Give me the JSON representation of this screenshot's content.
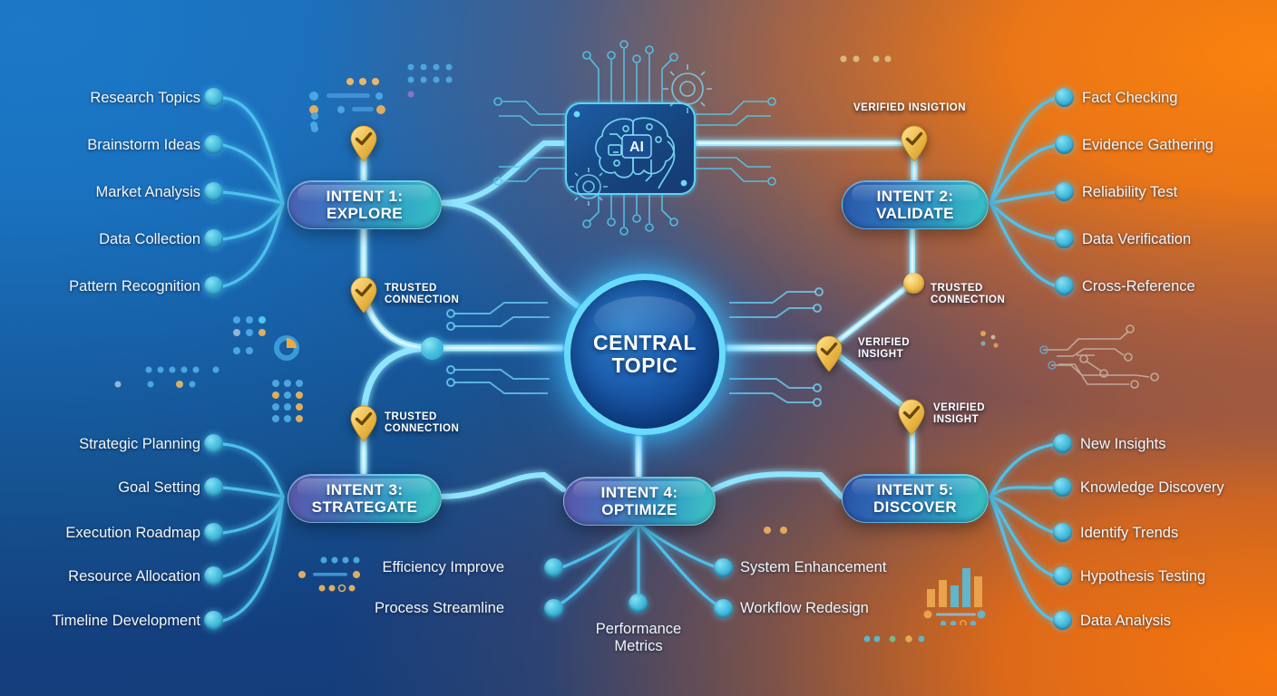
{
  "meta": {
    "title": "AI Intent Mind Map",
    "palette": {
      "bg_blue_top": "#1b79c8",
      "bg_blue_bottom": "#12418e",
      "bg_orange": "#f07e18",
      "node_cyan": "#45bcdd",
      "badge_gold": "#f0c457",
      "link_cyan": "#57cdf5",
      "text_white": "#ffffff"
    }
  },
  "center": {
    "label_line1": "CENTRAL",
    "label_line2": "TOPIC",
    "label": "CENTRAL TOPIC"
  },
  "ai_chip": {
    "label": "AI",
    "icon": "ai-brain-chip-icon"
  },
  "intents": [
    {
      "id": "intent-1",
      "line1": "INTENT 1:",
      "line2": "EXPLORE",
      "side": "left",
      "leaves": [
        {
          "label": "Research Topics"
        },
        {
          "label": "Brainstorm Ideas"
        },
        {
          "label": "Market Analysis"
        },
        {
          "label": "Data Collection"
        },
        {
          "label": "Pattern Recognition"
        }
      ]
    },
    {
      "id": "intent-2",
      "line1": "INTENT 2:",
      "line2": "VALIDATE",
      "side": "right",
      "leaves": [
        {
          "label": "Fact Checking"
        },
        {
          "label": "Evidence Gathering"
        },
        {
          "label": "Reliability Test"
        },
        {
          "label": "Data Verification"
        },
        {
          "label": "Cross-Reference"
        }
      ]
    },
    {
      "id": "intent-3",
      "line1": "INTENT 3:",
      "line2": "STRATEGATE",
      "side": "left",
      "leaves": [
        {
          "label": "Strategic Planning"
        },
        {
          "label": "Goal Setting"
        },
        {
          "label": "Execution Roadmap"
        },
        {
          "label": "Resource Allocation"
        },
        {
          "label": "Timeline Development"
        }
      ]
    },
    {
      "id": "intent-4",
      "line1": "INTENT 4:",
      "line2": "OPTIMIZE",
      "side": "bottom",
      "leaves": [
        {
          "label": "Efficiency Improve"
        },
        {
          "label": "Process Streamline"
        },
        {
          "label": "Performance Metrics"
        },
        {
          "label": "System Enhancement"
        },
        {
          "label": "Workflow Redesign"
        }
      ]
    },
    {
      "id": "intent-5",
      "line1": "INTENT 5:",
      "line2": "DISCOVER",
      "side": "right",
      "leaves": [
        {
          "label": "New Insights"
        },
        {
          "label": "Knowledge Discovery"
        },
        {
          "label": "Identify Trends"
        },
        {
          "label": "Hypothesis Testing"
        },
        {
          "label": "Data Analysis"
        }
      ]
    }
  ],
  "badges": [
    {
      "id": "badge-verified-insigtion",
      "kind": "pin",
      "text": "VERIFIED INSIGTION"
    },
    {
      "id": "badge-trusted-connection-1",
      "kind": "pin",
      "text": "TRUSTED\nCONNECTION"
    },
    {
      "id": "badge-trusted-connection-2",
      "kind": "pin",
      "text": "TRUSTED\nCONNECTION"
    },
    {
      "id": "badge-trusted-connection-3",
      "kind": "knob",
      "text": "TRUSTED\nCONNECTION"
    },
    {
      "id": "badge-verified-insight-1",
      "kind": "pin",
      "text": "VERIFIED\nINSIGHT"
    },
    {
      "id": "badge-verified-insight-2",
      "kind": "pin",
      "text": "VERIFIED\nINSIGHT"
    },
    {
      "id": "badge-explore-top",
      "kind": "pin",
      "text": ""
    }
  ],
  "leaf_labels": {
    "l1_1": "Research Topics",
    "l1_2": "Brainstorm Ideas",
    "l1_3": "Market Analysis",
    "l1_4": "Data Collection",
    "l1_5": "Pattern Recognition",
    "l2_1": "Fact Checking",
    "l2_2": "Evidence Gathering",
    "l2_3": "Reliability Test",
    "l2_4": "Data Verification",
    "l2_5": "Cross-Reference",
    "l3_1": "Strategic Planning",
    "l3_2": "Goal Setting",
    "l3_3": "Execution Roadmap",
    "l3_4": "Resource Allocation",
    "l3_5": "Timeline Development",
    "l4_1": "Efficiency Improve",
    "l4_2": "Process Streamline",
    "l4_3_a": "Performance",
    "l4_3_b": "Metrics",
    "l4_4": "System Enhancement",
    "l4_5": "Workflow Redesign",
    "l5_1": "New Insights",
    "l5_2": "Knowledge Discovery",
    "l5_3": "Identify Trends",
    "l5_4": "Hypothesis Testing",
    "l5_5": "Data Analysis"
  },
  "decorations": [
    {
      "id": "deco-donut-chart",
      "name": "donut-chart-icon"
    },
    {
      "id": "deco-bar-chart",
      "name": "bar-chart-icon"
    },
    {
      "id": "deco-circuit-right",
      "name": "circuit-trace-icon"
    },
    {
      "id": "deco-dot-grid-topleft",
      "name": "dot-grid-icon"
    },
    {
      "id": "deco-dot-grid-left",
      "name": "dot-grid-icon"
    },
    {
      "id": "deco-dashes-topleft",
      "name": "dash-dot-row-icon"
    }
  ]
}
